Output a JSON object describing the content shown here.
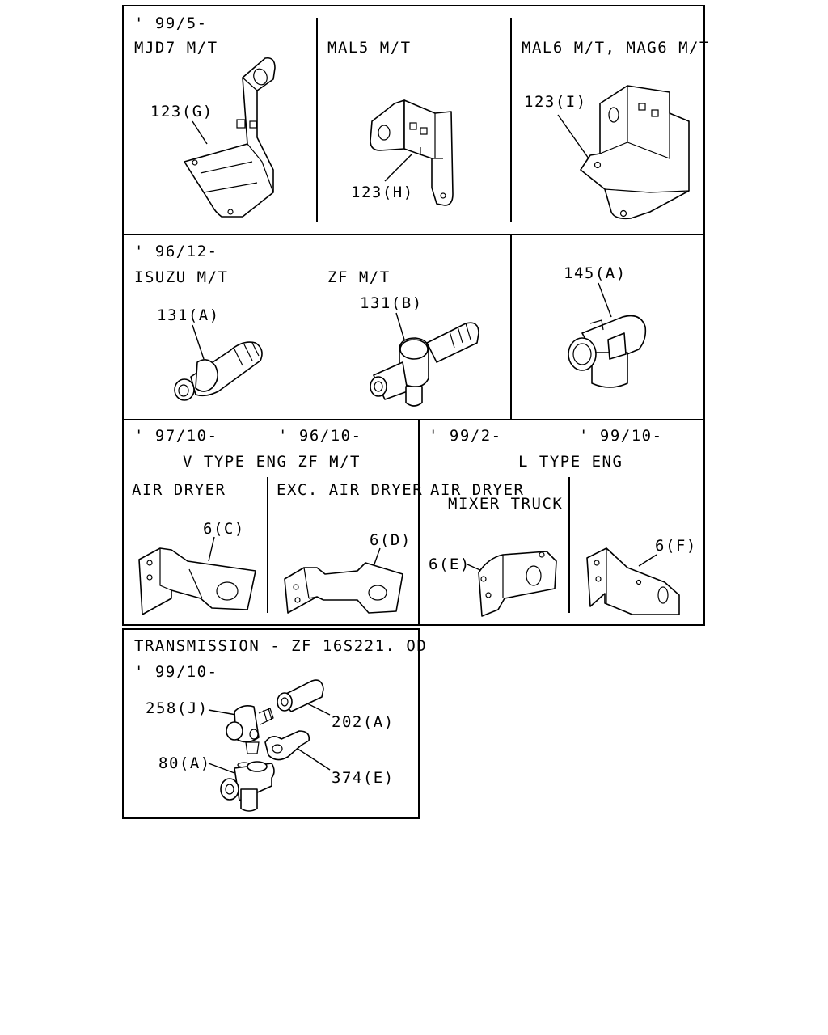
{
  "panels": {
    "bracket_mjd7": {
      "date": "' 99/5-",
      "model": "MJD7 M/T",
      "callout": "123(G)",
      "icon": "bracket-icon"
    },
    "bracket_mal5": {
      "model": "MAL5 M/T",
      "callout": "123(H)",
      "icon": "bracket-icon"
    },
    "bracket_mal6": {
      "model": "MAL6 M/T, MAG6 M/T",
      "callout": "123(I)",
      "icon": "bracket-icon"
    },
    "fittings_9612": {
      "date": "' 96/12-",
      "isuzu": {
        "model": "ISUZU M/T",
        "callout": "131(A)",
        "icon": "hose-nipple-icon"
      },
      "zf": {
        "model": "ZF M/T",
        "callout": "131(B)",
        "icon": "banjo-fitting-icon"
      }
    },
    "tee_fitting": {
      "callout": "145(A)",
      "icon": "tee-fitting-icon"
    },
    "v_type": {
      "date_left": "' 97/10-",
      "date_right": "' 96/10-",
      "heading": "V TYPE ENG ZF M/T",
      "air_dryer": {
        "label": "AIR DRYER",
        "callout": "6(C)"
      },
      "exc_air_dryer": {
        "label": "EXC. AIR DRYER",
        "callout": "6(D)"
      }
    },
    "l_type": {
      "date_left": "' 99/2-",
      "date_right": "' 99/10-",
      "heading": "L TYPE ENG",
      "air_dryer": {
        "label_line1": "AIR DRYER",
        "label_line2": "MIXER TRUCK",
        "callout": "6(E)"
      },
      "plain": {
        "callout": "6(F)"
      }
    },
    "transmission": {
      "title": "TRANSMISSION - ZF 16S221. OD",
      "date": "' 99/10-",
      "callouts": {
        "joint": "258(J)",
        "adapter": "202(A)",
        "washer": "80(A)",
        "elbow": "374(E)"
      }
    }
  },
  "colors": {
    "line": "#000000",
    "background": "#ffffff"
  }
}
